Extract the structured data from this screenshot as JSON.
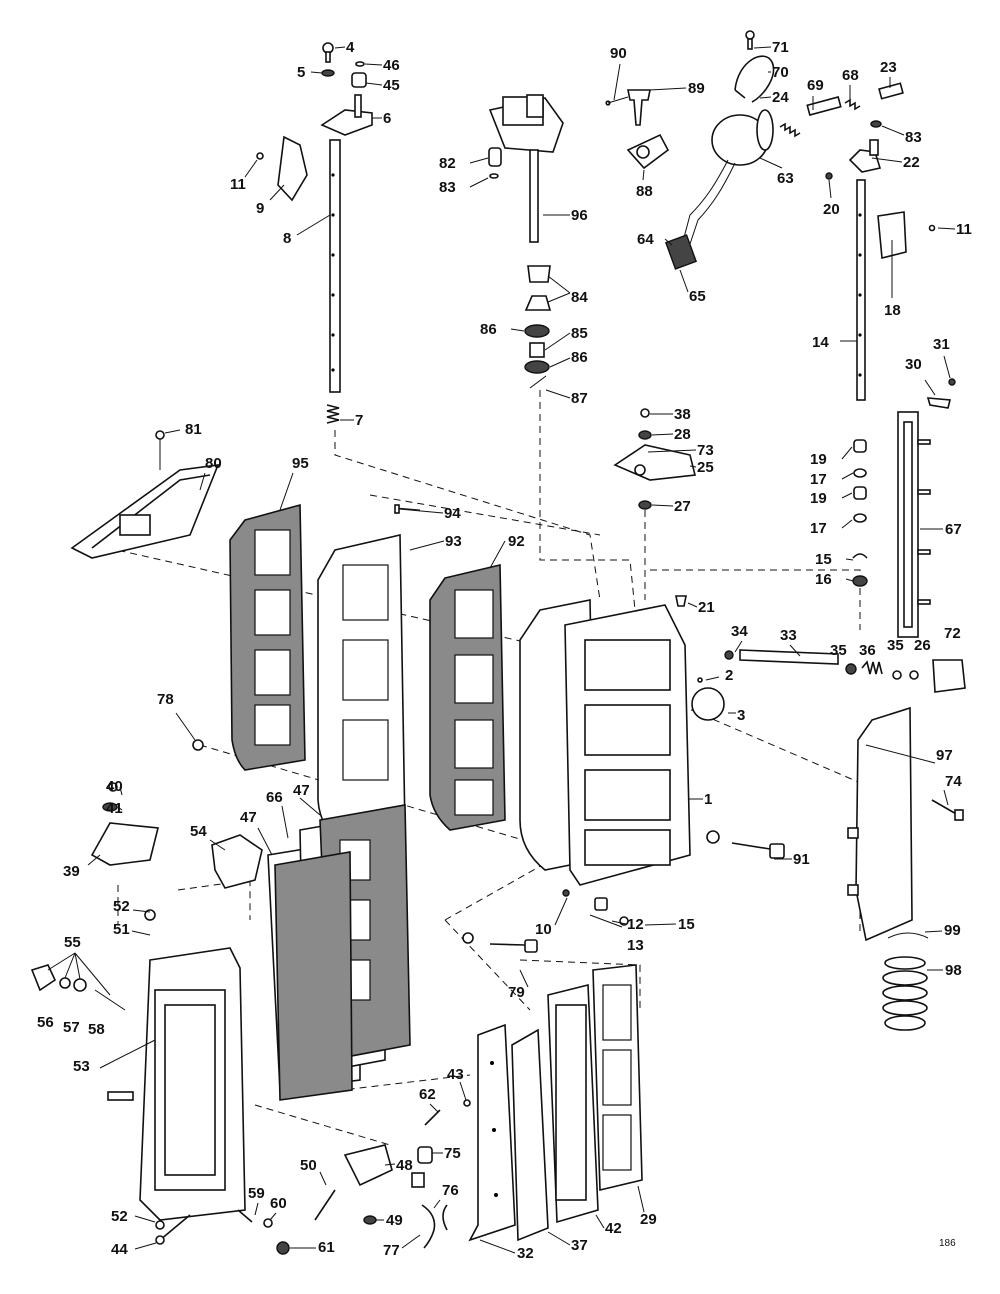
{
  "page_code": "186",
  "callouts": [
    "4",
    "46",
    "5",
    "45",
    "6",
    "11",
    "9",
    "8",
    "7",
    "90",
    "89",
    "71",
    "70",
    "24",
    "69",
    "68",
    "23",
    "83",
    "63",
    "88",
    "22",
    "20",
    "82",
    "83",
    "96",
    "64",
    "65",
    "84",
    "86",
    "85",
    "86",
    "87",
    "11",
    "18",
    "14",
    "30",
    "31",
    "81",
    "80",
    "95",
    "94",
    "93",
    "92",
    "38",
    "28",
    "73",
    "25",
    "27",
    "19",
    "17",
    "19",
    "17",
    "15",
    "16",
    "67",
    "21",
    "34",
    "33",
    "35",
    "36",
    "35",
    "26",
    "72",
    "2",
    "3",
    "78",
    "1",
    "97",
    "74",
    "40",
    "41",
    "39",
    "54",
    "66",
    "47",
    "47",
    "91",
    "10",
    "12",
    "13",
    "15",
    "52",
    "51",
    "55",
    "56",
    "57",
    "58",
    "53",
    "79",
    "99",
    "98",
    "62",
    "43",
    "50",
    "48",
    "75",
    "76",
    "59",
    "60",
    "61",
    "52",
    "44",
    "49",
    "77",
    "32",
    "37",
    "42",
    "29"
  ]
}
